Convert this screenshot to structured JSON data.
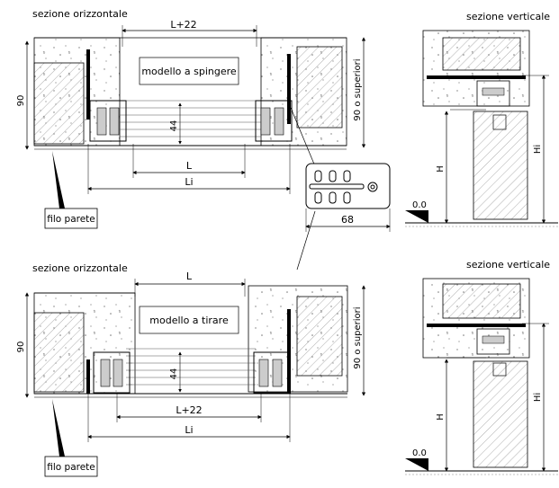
{
  "top_section": {
    "title": "sezione orizzontale",
    "dim_top": "L+22",
    "model_label": "modello a spingere",
    "dim_left_height": "90",
    "dim_right_height": "90 o superiori",
    "dim_mid": "44",
    "dim_L": "L",
    "dim_Li": "Li",
    "wall_tag": "filo parete"
  },
  "bottom_section": {
    "title": "sezione orizzontale",
    "dim_top": "L",
    "model_label": "modello a tirare",
    "dim_left_height": "90",
    "dim_right_height": "90 o superiori",
    "dim_mid": "44",
    "dim_Lplus": "L+22",
    "dim_Li": "Li",
    "wall_tag": "filo parete"
  },
  "plate_detail": {
    "dim": "68"
  },
  "vertical_top": {
    "title": "sezione verticale",
    "level": "0.0",
    "dim_H": "H",
    "dim_Hi": "Hi"
  },
  "vertical_bottom": {
    "title": "sezione verticale",
    "level": "0.0",
    "dim_H": "H",
    "dim_Hi": "Hi"
  }
}
